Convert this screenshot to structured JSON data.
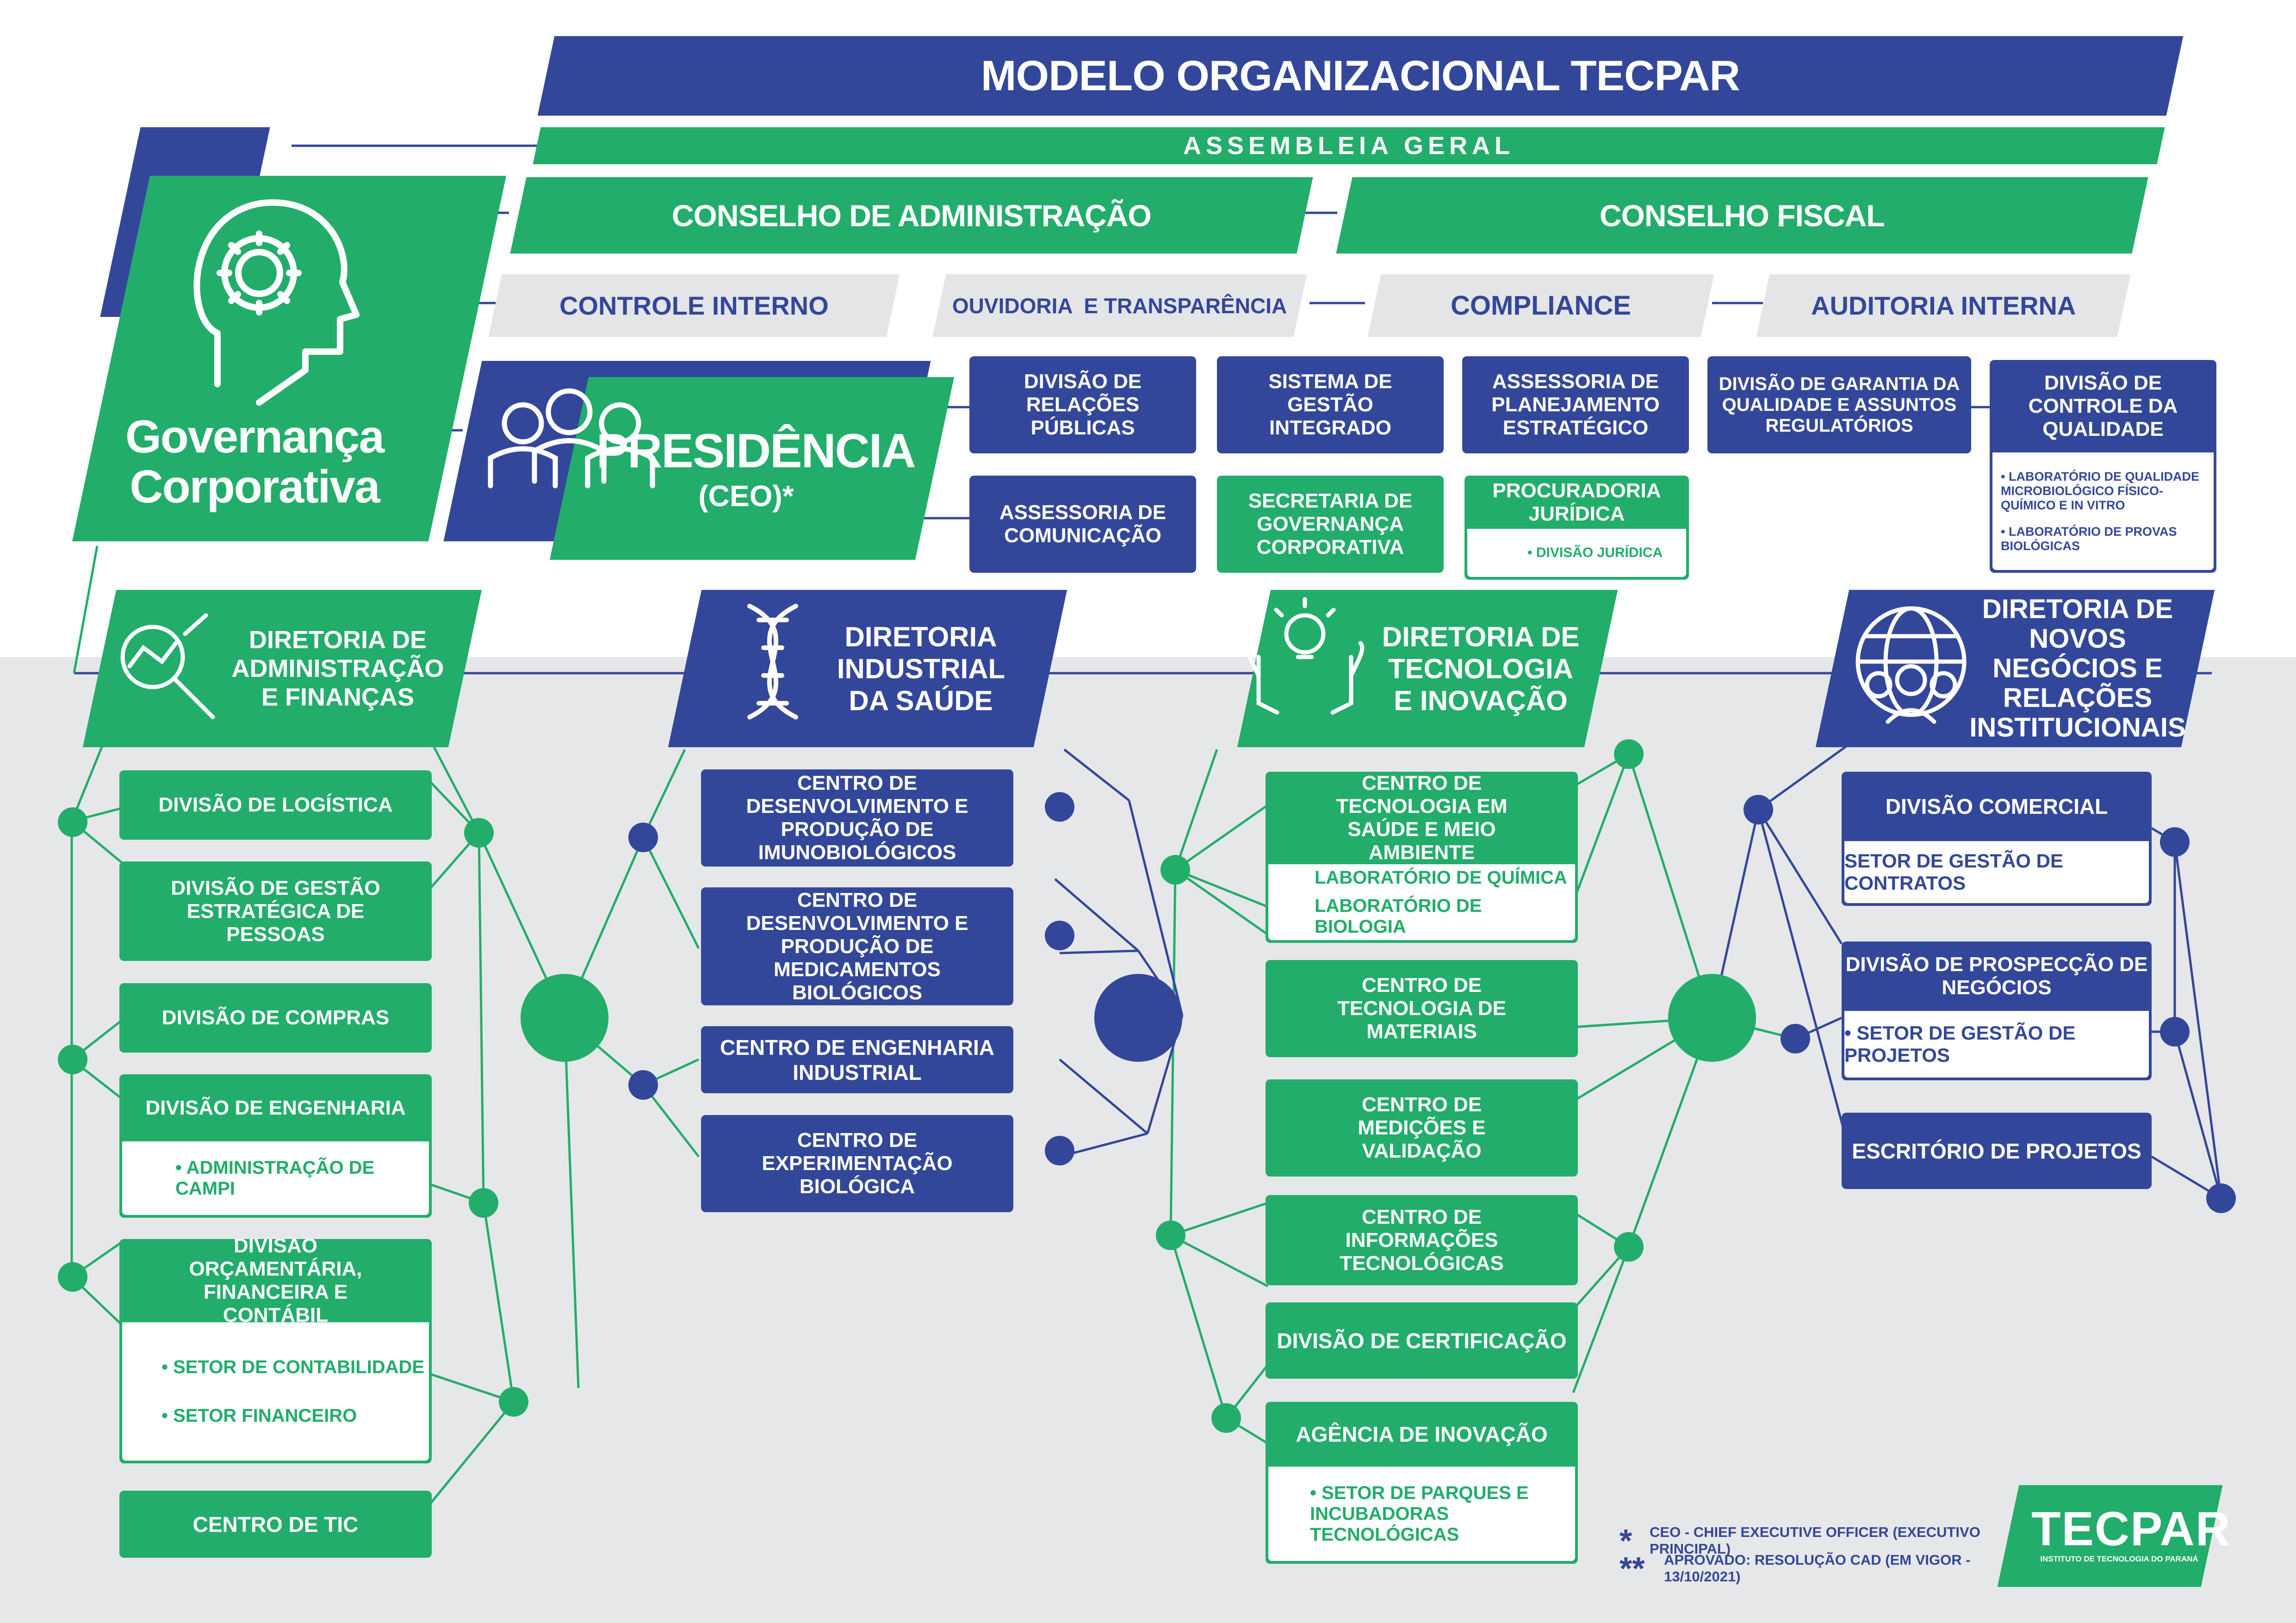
{
  "title": "MODELO ORGANIZACIONAL TECPAR",
  "assembleia": "ASSEMBLEIA GERAL",
  "conselho_admin": "CONSELHO DE ADMINISTRAÇÃO",
  "conselho_fiscal": "CONSELHO FISCAL",
  "controles": [
    "CONTROLE INTERNO",
    "OUVIDORIA  E TRANSPARÊNCIA",
    "COMPLIANCE",
    "AUDITORIA INTERNA"
  ],
  "governanca": {
    "line1": "Governança",
    "line2": "Corporativa"
  },
  "presidencia": {
    "title": "PRESIDÊNCIA",
    "subtitle": "(CEO)*"
  },
  "presidencia_units": [
    {
      "label": "DIVISÃO DE RELAÇÕES PÚBLICAS"
    },
    {
      "label": "SISTEMA DE GESTÃO INTEGRADO"
    },
    {
      "label": "ASSESSORIA DE PLANEJAMENTO ESTRATÉGICO"
    },
    {
      "label": "DIVISÃO DE GARANTIA DA QUALIDADE E ASSUNTOS REGULATÓRIOS"
    },
    {
      "label": "DIVISÃO DE CONTROLE DA QUALIDADE",
      "items": [
        "LABORATÓRIO DE QUALIDADE MICROBIOLÓGICO FÍSICO-QUÍMICO E IN VITRO",
        "LABORATÓRIO DE PROVAS BIOLÓGICAS"
      ]
    },
    {
      "label": "ASSESSORIA DE COMUNICAÇÃO"
    },
    {
      "label": "SECRETARIA DE GOVERNANÇA CORPORATIVA"
    },
    {
      "label": "PROCURADORIA JURÍDICA",
      "items": [
        "DIVISÃO JURÍDICA"
      ]
    }
  ],
  "dir_admin": {
    "title": "DIRETORIA DE ADMINISTRAÇÃO E FINANÇAS",
    "units": [
      {
        "label": "DIVISÃO DE LOGÍSTICA"
      },
      {
        "label": "DIVISÃO DE GESTÃO ESTRATÉGICA DE PESSOAS"
      },
      {
        "label": "DIVISÃO DE COMPRAS"
      },
      {
        "label": "DIVISÃO DE ENGENHARIA",
        "items": [
          "ADMINISTRAÇÃO DE CAMPI"
        ]
      },
      {
        "label": "DIVISÃO ORÇAMENTÁRIA, FINANCEIRA E CONTÁBIL",
        "items": [
          "SETOR DE CONTABILIDADE",
          "SETOR FINANCEIRO"
        ]
      },
      {
        "label": "CENTRO DE TIC"
      }
    ]
  },
  "dir_industrial": {
    "title": "DIRETORIA INDUSTRIAL DA SAÚDE",
    "units": [
      {
        "label": "CENTRO DE DESENVOLVIMENTO E PRODUÇÃO DE IMUNOBIOLÓGICOS"
      },
      {
        "label": "CENTRO DE DESENVOLVIMENTO E PRODUÇÃO DE MEDICAMENTOS BIOLÓGICOS"
      },
      {
        "label": "CENTRO DE ENGENHARIA INDUSTRIAL"
      },
      {
        "label": "CENTRO DE EXPERIMENTAÇÃO BIOLÓGICA"
      }
    ]
  },
  "dir_tecnologia": {
    "title": "DIRETORIA DE TECNOLOGIA E INOVAÇÃO",
    "units": [
      {
        "label": "CENTRO DE TECNOLOGIA EM SAÚDE E MEIO AMBIENTE",
        "items": [
          "LABORATÓRIO DE QUÍMICA",
          "LABORATÓRIO DE BIOLOGIA"
        ]
      },
      {
        "label": "CENTRO DE TECNOLOGIA DE MATERIAIS"
      },
      {
        "label": "CENTRO DE MEDIÇÕES E VALIDAÇÃO"
      },
      {
        "label": "CENTRO DE INFORMAÇÕES TECNOLÓGICAS"
      },
      {
        "label": "DIVISÃO DE CERTIFICAÇÃO"
      },
      {
        "label": "AGÊNCIA DE INOVAÇÃO",
        "items": [
          "SETOR DE PARQUES E INCUBADORAS TECNOLÓGICAS"
        ]
      }
    ]
  },
  "dir_negocios": {
    "title": "DIRETORIA DE NOVOS NEGÓCIOS E RELAÇÕES INSTITUCIONAIS",
    "units": [
      {
        "label": "DIVISÃO COMERCIAL",
        "items": [
          "SETOR DE GESTÃO DE CONTRATOS"
        ]
      },
      {
        "label": "DIVISÃO DE PROSPECÇÃO DE NEGÓCIOS",
        "items": [
          "SETOR DE GESTÃO DE PROJETOS"
        ]
      },
      {
        "label": "ESCRITÓRIO DE PROJETOS"
      }
    ]
  },
  "notes": {
    "ceo_mark": "*",
    "ceo_note": "CEO - CHIEF EXECUTIVE OFFICER (EXECUTIVO PRINCIPAL)",
    "approval_mark": "**",
    "approval_note": "APROVADO: RESOLUÇÃO CAD (EM VIGOR - 13/10/2021)"
  },
  "logo": {
    "name": "TECPAR",
    "tagline": "INSTITUTO DE TECNOLOGIA DO PARANÁ"
  },
  "colors": {
    "navy": "#33479a",
    "green": "#22ad6b",
    "gray": "#e4e5e6",
    "background_lower": "#e6e7e8"
  }
}
